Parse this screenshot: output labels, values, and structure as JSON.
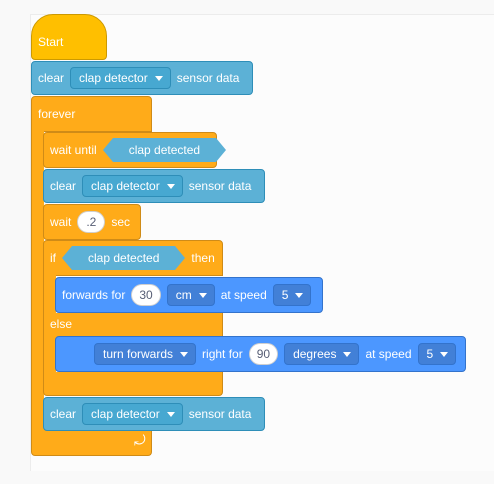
{
  "start": {
    "label": "Start"
  },
  "clear1": {
    "clear": "clear",
    "sensor": "clap detector",
    "suffix": "sensor data"
  },
  "forever": {
    "label": "forever"
  },
  "wait_until": {
    "label": "wait until",
    "condition": "clap detected"
  },
  "clear2": {
    "clear": "clear",
    "sensor": "clap detector",
    "suffix": "sensor data"
  },
  "wait": {
    "label": "wait",
    "value": ".2",
    "unit": "sec"
  },
  "if_block": {
    "if": "if",
    "condition": "clap detected",
    "then": "then",
    "else": "else"
  },
  "forwards": {
    "label": "forwards for",
    "value": "30",
    "unit": "cm",
    "speed_label": "at speed",
    "speed": "5"
  },
  "turn": {
    "direction": "turn forwards",
    "right_for": "right for",
    "value": "90",
    "unit": "degrees",
    "speed_label": "at speed",
    "speed": "5"
  },
  "clear3": {
    "clear": "clear",
    "sensor": "clap detector",
    "suffix": "sensor data"
  },
  "loop_icon": "loop-arrow-icon",
  "colors": {
    "control": "#ffab19",
    "sensing": "#5cb1d6",
    "motion": "#4c97ff",
    "event": "#ffbf00"
  }
}
